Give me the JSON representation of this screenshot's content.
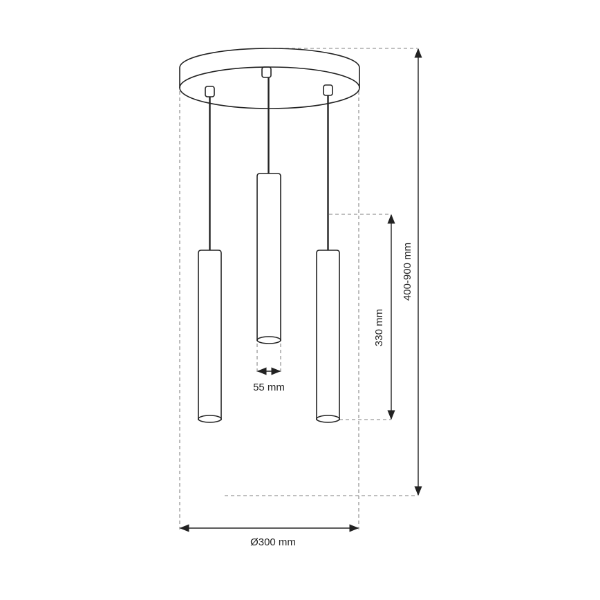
{
  "dimensions": {
    "diameter_label": "Ø300 mm",
    "height_range_label": "400-900 mm",
    "shade_length_label": "330 mm",
    "shade_width_label": "55 mm"
  },
  "colors": {
    "line": "#222222",
    "dashed_guide": "#999999"
  }
}
